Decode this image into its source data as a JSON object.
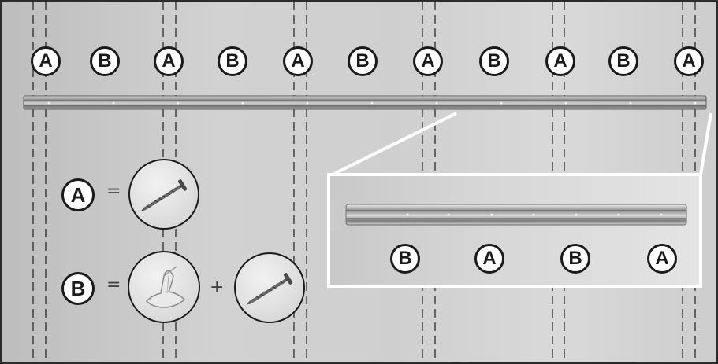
{
  "top_labels": [
    "A",
    "B",
    "A",
    "B",
    "A",
    "B",
    "A",
    "B",
    "A",
    "B",
    "A"
  ],
  "legend": {
    "a_letter": "A",
    "b_letter": "B",
    "equals": "=",
    "plus": "+"
  },
  "inset_labels": [
    "B",
    "A",
    "B",
    "A"
  ],
  "icons": {
    "a_part": "screw-icon",
    "b_part_1": "wall-anchor-icon",
    "b_part_2": "screw-icon"
  }
}
